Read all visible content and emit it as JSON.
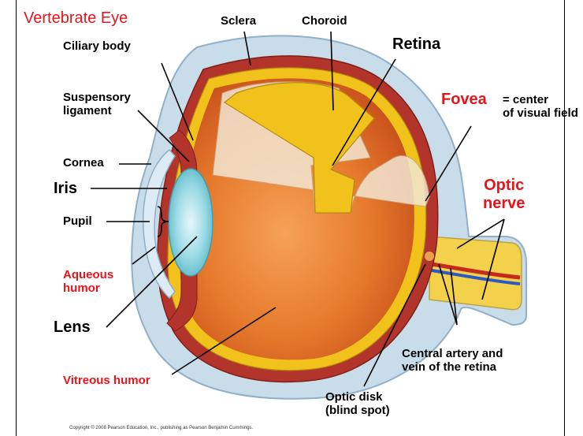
{
  "title": "Vertebrate Eye",
  "labels": {
    "sclera": "Sclera",
    "choroid": "Choroid",
    "retina": "Retina",
    "ciliary_body": "Ciliary body",
    "suspensory_ligament": "Suspensory\nligament",
    "cornea": "Cornea",
    "iris": "Iris",
    "pupil": "Pupil",
    "aqueous_humor": "Aqueous\nhumor",
    "lens": "Lens",
    "vitreous_humor": "Vitreous humor",
    "fovea": "Fovea",
    "fovea_desc": "= center\nof visual field",
    "optic_nerve": "Optic\nnerve",
    "central_artery": "Central artery and\nvein of the retina",
    "optic_disk": "Optic disk\n(blind spot)"
  },
  "copyright": "Copyright © 2008 Pearson Education, Inc., publishing as Pearson Benjamin Cummings.",
  "colors": {
    "label_red": "#e8141b",
    "sclera_fill": "#c9dcea",
    "choroid_fill": "#b3342a",
    "retina_fill": "#f1c21b",
    "vitreous_fill": "#e2742a",
    "lens_fill": "#8fd3df"
  }
}
